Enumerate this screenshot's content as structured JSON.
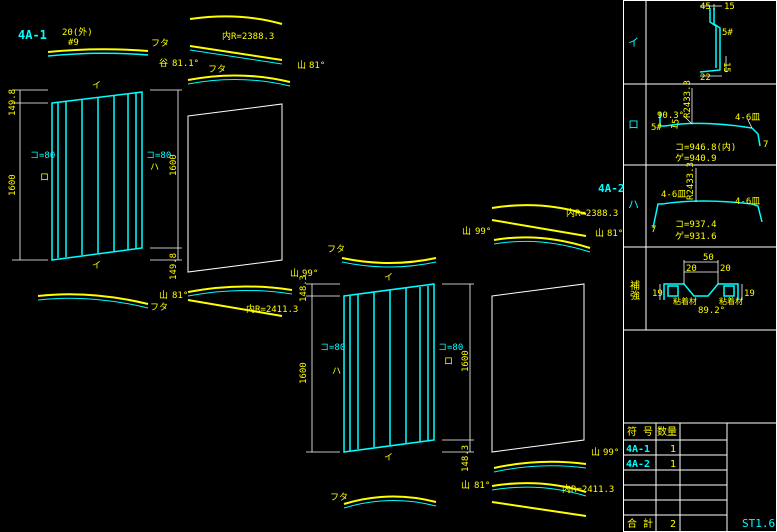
{
  "drawing": {
    "sheet_id": "ST1.6",
    "assemblies": [
      {
        "id": "4A-1",
        "height": "1600",
        "offset_top": "149.8",
        "offset_bottom": "149.8",
        "channel": "コ=80"
      },
      {
        "id": "4A-2",
        "height": "1600",
        "offset_top": "148.3",
        "offset_bottom": "148.3",
        "channel": "コ=80"
      }
    ],
    "labels": {
      "a1_top_dim": "20(外)",
      "a1_top_num": "#9",
      "futa": "フタ",
      "r_inner_top": "内R=2388.3",
      "r_inner_bottom": "内R=2411.3",
      "mountain": "山",
      "valley": "谷",
      "angle_81": "81°",
      "angle_81_1": "81.1°",
      "angle_99": "99°",
      "i": "イ",
      "ro": "ロ",
      "ha": "ハ"
    },
    "side_table": {
      "i": {
        "label": "イ",
        "d45": "45",
        "d15a": "15",
        "d5": "5#",
        "d15b": "15",
        "d22": "22"
      },
      "ro": {
        "label": "ロ",
        "r": "R2433.3",
        "ang": "90.3°",
        "n5": "5#",
        "t15": "15",
        "hole": "4-6皿",
        "n7": "7",
        "ko": "コ=946.8(内)",
        "ge": "ゲ=940.9"
      },
      "ha": {
        "label": "ハ",
        "r": "R2433.3",
        "hole_l": "4-6皿",
        "hole_r": "4-6皿",
        "n7": "7",
        "ko": "コ=937.4",
        "ge": "ゲ=931.6"
      },
      "ni": {
        "label": "補強",
        "w50": "50",
        "w20a": "20",
        "w20b": "20",
        "h19a": "19",
        "h19b": "19",
        "tape_l": "粘着材",
        "tape_r": "粘着材",
        "ang": "89.2°"
      }
    },
    "parts_table": {
      "headers": [
        "符 号",
        "数量"
      ],
      "rows": [
        {
          "code": "4A-1",
          "qty": "1"
        },
        {
          "code": "4A-2",
          "qty": "1"
        }
      ],
      "total_label": "合 計",
      "total_qty": "2"
    },
    "colors": {
      "background": "#000000",
      "cyan": "#00ffff",
      "yellow": "#ffff00",
      "white": "#ffffff"
    }
  }
}
